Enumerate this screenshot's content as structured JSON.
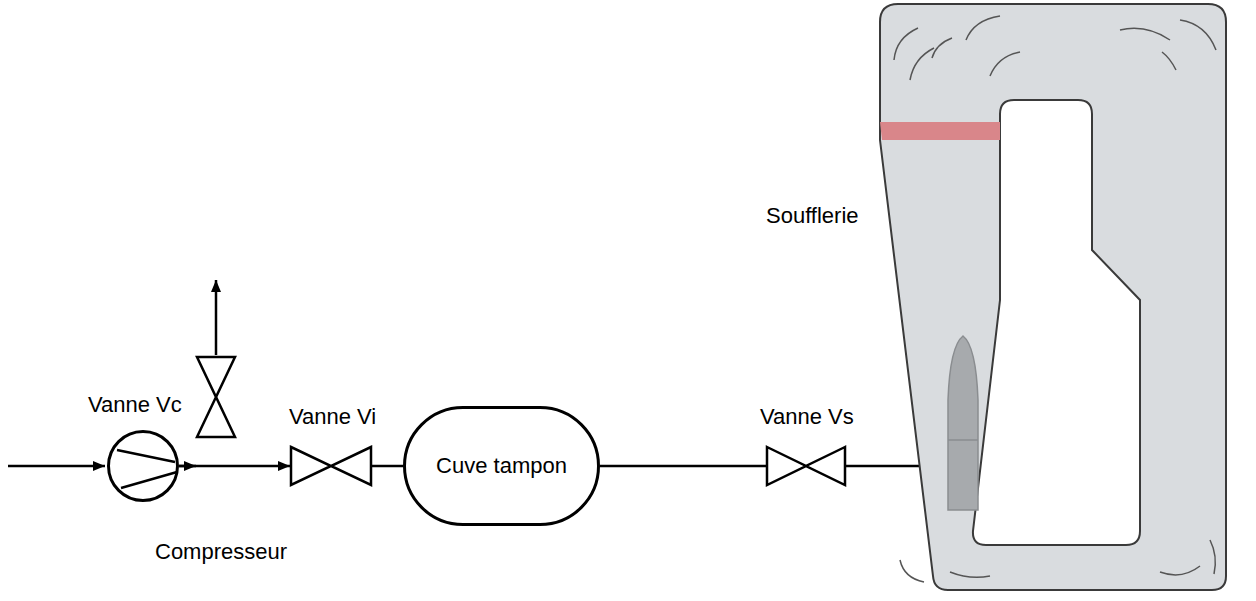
{
  "diagram": {
    "nodes": [
      {
        "text": [
          "Compresseur"
        ]
      },
      {
        "text": [
          "Vanne Vc"
        ]
      },
      {
        "text": [
          "Vanne Vi"
        ]
      },
      {
        "text": [
          "Cuve tampon"
        ]
      },
      {
        "text": [
          "Vanne Vs"
        ]
      },
      {
        "text": [
          "Soufflerie"
        ]
      }
    ],
    "edges": [
      {
        "from": 0,
        "to": 1,
        "arrow": "to"
      },
      {
        "from": 0,
        "to": 2,
        "arrow": "to"
      },
      {
        "from": 2,
        "to": 3,
        "arrow": "none"
      },
      {
        "from": 3,
        "to": 4,
        "arrow": "none"
      },
      {
        "from": 4,
        "to": 5,
        "arrow": "none"
      }
    ]
  }
}
